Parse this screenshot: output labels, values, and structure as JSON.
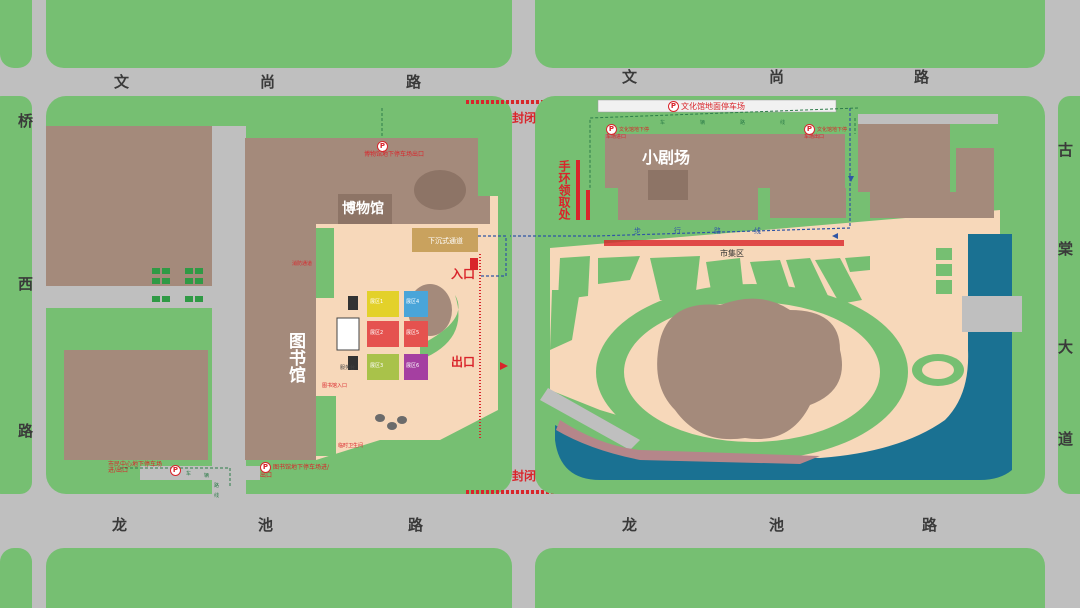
{
  "roads": {
    "wenshang_left": [
      "文",
      "尚",
      "路"
    ],
    "wenshang_right": [
      "文",
      "尚",
      "路"
    ],
    "longchi_left": [
      "龙",
      "池",
      "路"
    ],
    "longchi_right": [
      "龙",
      "池",
      "路"
    ],
    "qiaoxi": [
      "桥",
      "西",
      "路"
    ],
    "gutangdadao": [
      "古",
      "棠",
      "大",
      "道"
    ]
  },
  "buildings": {
    "museum": "博物馆",
    "library": "图书馆",
    "small_theater": "小剧场",
    "sunken_passage": "下沉式通道"
  },
  "labels": {
    "closed_top": "封闭",
    "closed_bottom": "封闭",
    "entrance": "入口",
    "exit": "出口",
    "wristband_pickup": "手环领取处",
    "market_area": "市集区",
    "walkway": [
      "步",
      "行",
      "路",
      "线"
    ],
    "vehicle_route_top": [
      "车",
      "辆",
      "路",
      "线"
    ],
    "vehicle_route_bottom": [
      "车",
      "辆"
    ],
    "walkway_left": [
      "路",
      "线"
    ]
  },
  "parking": {
    "culture_center": "文化馆地面停车场",
    "museum_exit": "博物馆地下停车场出口",
    "library_exit": "图书馆地下停车场进/出口",
    "civic_center": "市民中心地下停车场进/出口",
    "underground_left": "文化馆地下停车场进口",
    "underground_right": "文化馆地下停车场出口",
    "icon_letter": "P"
  },
  "small_labels": {
    "fire_exit": "消防通道",
    "library_entrance": "图书馆入口",
    "restroom": "临时卫生间",
    "info": "服务台",
    "zone1": "展区1",
    "zone2": "展区2",
    "zone3": "展区3",
    "zone4": "展区4",
    "zone5": "展区5",
    "zone6": "展区6"
  },
  "colors": {
    "road": "#bfbfbf",
    "grass": "#76bf72",
    "building": "#a48a7b",
    "plaza": "#f7d8ba",
    "water": "#1a7192",
    "closure": "#d9252b",
    "route": "#2f55a5",
    "vehicle_route": "#2e7d4a"
  }
}
